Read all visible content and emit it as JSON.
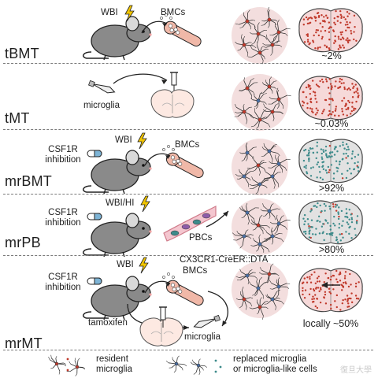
{
  "rows": [
    {
      "label": "tBMT",
      "pct": "~2%"
    },
    {
      "label": "tMT",
      "pct": "~0.03%"
    },
    {
      "label": "mrBMT",
      "pct": ">92%"
    },
    {
      "label": "mrPB",
      "pct": ">80%"
    },
    {
      "label": "mrMT",
      "pct": "locally ~50%"
    }
  ],
  "text": {
    "wbi": "WBI",
    "wbi_hi": "WBI/HI",
    "bmcs": "BMCs",
    "microglia": "microglia",
    "csf1r_line1": "CSF1R",
    "csf1r_line2": "inhibition",
    "pbcs": "PBCs",
    "cx3cr1": "CX3CR1-CreER::DTA",
    "tamoxifen": "tamoxifen"
  },
  "legend": {
    "resident_line1": "resident",
    "resident_line2": "microglia",
    "replaced_line1": "replaced microglia",
    "replaced_line2": "or microglia-like cells"
  },
  "watermark": "復旦大學",
  "colors": {
    "resident_dot": "#c0392b",
    "replaced_dot": "#3d8b8b",
    "brain_fill": "#f6d9d9",
    "brain_fill_grey": "#e2e2e2",
    "halo": "#f3dede",
    "mouse": "#8a8a8a",
    "bolt": "#f2c500",
    "bone": "#f0b8a8",
    "vessel": "#cf7b8a"
  },
  "icons": [
    "mouse-icon",
    "lightning-icon",
    "bone-icon",
    "syringe-icon",
    "brain-slice-icon",
    "capsule-icon",
    "blood-vessel-icon",
    "pipette-icon",
    "microglia-icon"
  ]
}
